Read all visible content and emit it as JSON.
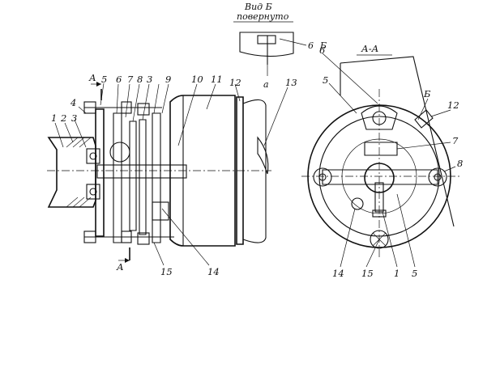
{
  "view_b": {
    "title": "Вид Б",
    "subtitle": "повернуто",
    "label_6": "6",
    "label_b": "Б",
    "label_a": "а"
  },
  "section_aa": {
    "title": "А-А"
  },
  "left_view": {
    "marker_top": "А",
    "marker_bottom": "А",
    "labels": [
      "1",
      "2",
      "3",
      "4",
      "5",
      "6",
      "7",
      "8",
      "3",
      "9",
      "10",
      "11",
      "12",
      "13",
      "14",
      "15"
    ]
  },
  "right_view": {
    "labels": [
      "5",
      "6",
      "Б",
      "12",
      "7",
      "8",
      "14",
      "15",
      "1",
      "5"
    ]
  }
}
